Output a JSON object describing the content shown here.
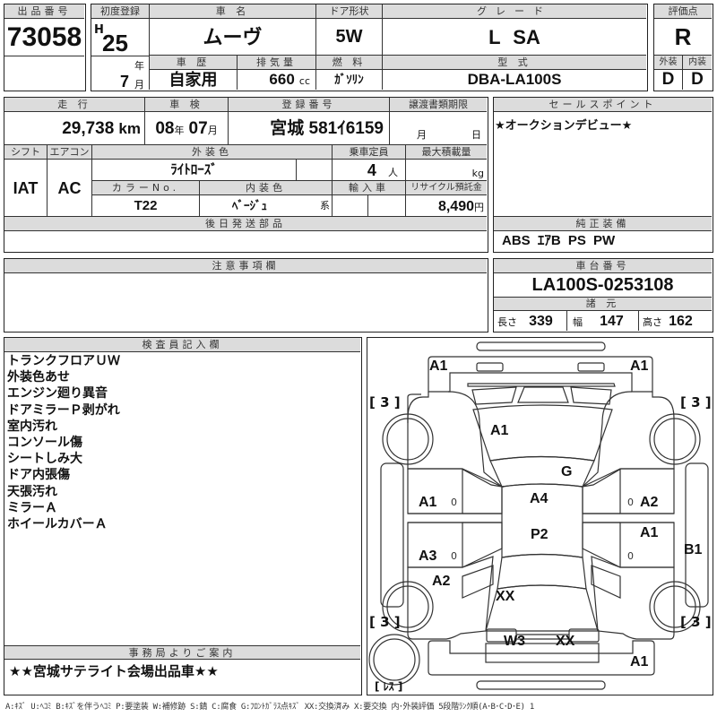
{
  "lot": {
    "label": "出品番号",
    "value": "73058"
  },
  "first_registration": {
    "label": "初度登録",
    "era": "H",
    "year": "25",
    "year_unit": "年",
    "month": "7",
    "month_unit": "月"
  },
  "car_name": {
    "label": "車 名",
    "value": "ムーヴ"
  },
  "door": {
    "label": "ドア形状",
    "value": "5W"
  },
  "grade": {
    "label": "グレード",
    "value": "L SA"
  },
  "score": {
    "label": "評価点",
    "value": "R"
  },
  "history": {
    "label": "車 歴",
    "value": "自家用"
  },
  "displacement": {
    "label": "排気量",
    "value": "660",
    "unit": "cc"
  },
  "fuel": {
    "label": "燃 料",
    "value": "ｶﾞｿﾘﾝ"
  },
  "model": {
    "label": "型 式",
    "value": "DBA-LA100S"
  },
  "exterior_grade": {
    "label": "外装",
    "value": "D"
  },
  "interior_grade": {
    "label": "内装",
    "value": "D"
  },
  "mileage": {
    "label": "走 行",
    "value": "29,738",
    "unit": "km"
  },
  "inspection": {
    "label": "車 検",
    "year": "08",
    "year_unit": "年",
    "month": "07",
    "month_unit": "月"
  },
  "plate": {
    "label": "登録番号",
    "value": "宮城 581ｲ6159"
  },
  "transfer_deadline": {
    "label": "譲渡書類期限",
    "month_unit": "月",
    "day_unit": "日"
  },
  "shift": {
    "label": "シフト",
    "value": "IAT"
  },
  "aircon": {
    "label": "エアコン",
    "value": "AC"
  },
  "ext_color": {
    "label": "外装色",
    "value": "ﾗｲﾄﾛｰｽﾞ"
  },
  "capacity": {
    "label": "乗車定員",
    "value": "4",
    "unit": "人"
  },
  "max_load": {
    "label": "最大積載量",
    "value": "",
    "unit": "kg"
  },
  "color_no": {
    "label": "カラーNo.",
    "value": "T22"
  },
  "int_color": {
    "label": "内装色",
    "value": "ﾍﾞｰｼﾞｭ",
    "suffix": "系"
  },
  "import": {
    "label": "輸入車",
    "value": ""
  },
  "recycle": {
    "label": "リサイクル預託金",
    "value": "8,490",
    "unit": "円"
  },
  "later_parts": {
    "label": "後日発送部品",
    "value": ""
  },
  "sales_point": {
    "label": "セールスポイント",
    "value": "★オークションデビュー★"
  },
  "equipment": {
    "label": "純正装備",
    "value": "ABS ｴｱB PS PW"
  },
  "notes": {
    "label": "注意事項欄",
    "value": ""
  },
  "chassis": {
    "label": "車台番号",
    "value": "LA100S-0253108"
  },
  "specs": {
    "label": "諸 元",
    "length_label": "長さ",
    "length": "339",
    "width_label": "幅",
    "width": "147",
    "height_label": "高さ",
    "height": "162"
  },
  "inspector": {
    "label": "検査員記入欄",
    "lines": [
      "トランクフロアＵＷ",
      "外装色あせ",
      "エンジン廻り異音",
      "ドアミラーＰ剥がれ",
      "室内汚れ",
      "コンソール傷",
      "シートしみ大",
      "ドア内張傷",
      "天張汚れ",
      "ミラーＡ",
      "ホイールカバーＡ"
    ]
  },
  "office": {
    "label": "事務局よりご案内",
    "value": "★★宮城サテライト会場出品車★★"
  },
  "diagram": {
    "labels": {
      "front_left": "A1",
      "front_right": "A1",
      "hood": "A1",
      "windshield": "G",
      "roof": "A4",
      "left_front_door": "A1",
      "right_front_door": "A2",
      "left_rear_door": "A3",
      "right_rear_door": "A1",
      "right_rocker": "B1",
      "rear_roof": "P2",
      "left_rear_fender": "A2",
      "rear_window": "XX",
      "rear_bumper_left": "W3",
      "rear_bumper_right": "XX",
      "rear_bumper": "A1"
    },
    "tires": {
      "fl": "[ 3 ]",
      "fr": "[ 3 ]",
      "rl": "[ 3 ]",
      "rr": "[ 3 ]",
      "spare": "[ ﾚｽ ]"
    }
  },
  "legend": "A:ｷｽﾞ U:ﾍｺﾐ B:ｷｽﾞを伴うﾍｺﾐ P:要塗装 W:補修跡 S:錆 C:腐食 G:ﾌﾛﾝﾄｶﾞﾗｽ点ｷｽﾞ XX:交換済み X:要交換  内･外装評価 5段階ﾗﾝｸ順(A･B･C･D･E) 1"
}
